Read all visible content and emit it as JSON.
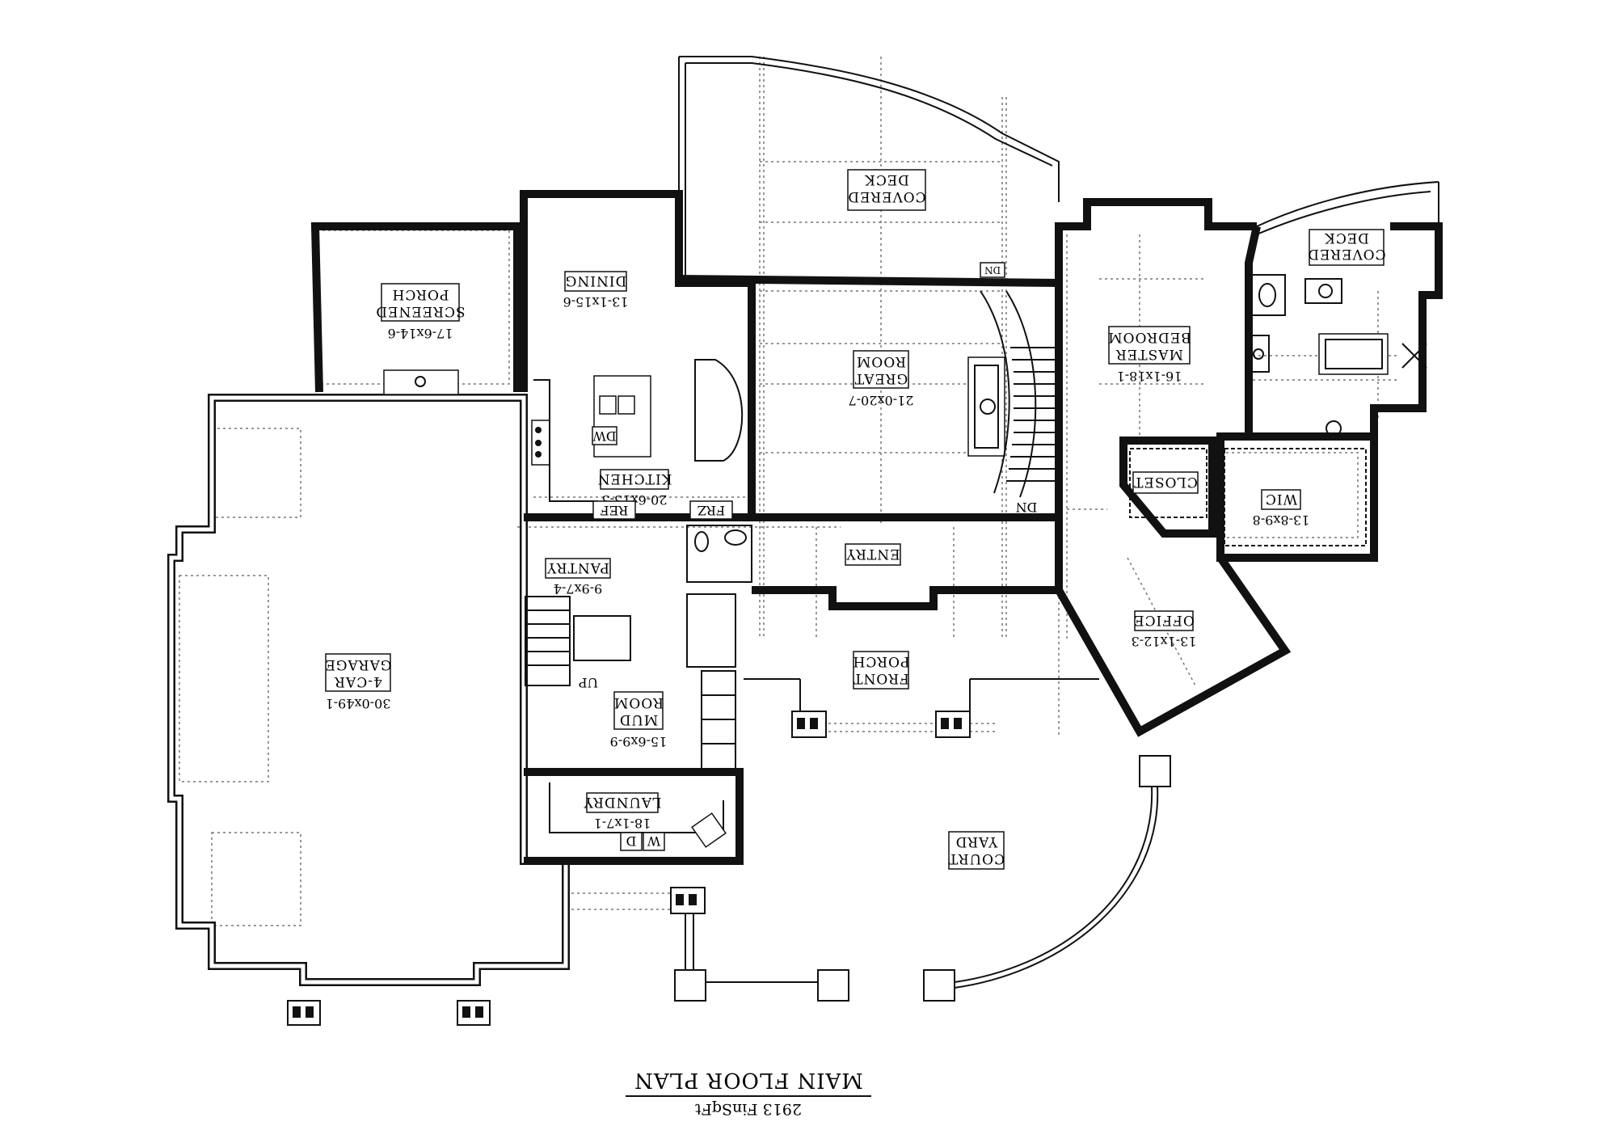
{
  "title": "MAIN FLOOR PLAN",
  "subtitle": "2913 FinSqFt",
  "rooms": {
    "covered_deck_top": {
      "name_1": "COVERED",
      "name_2": "DECK"
    },
    "dining": {
      "name": "DINING",
      "dims": "13-1x15-6"
    },
    "screened_porch": {
      "name_1": "SCREENED",
      "name_2": "PORCH",
      "dims": "17-6x14-6"
    },
    "great_room": {
      "name_1": "GREAT",
      "name_2": "ROOM",
      "dims": "21-0x20-7"
    },
    "master_bedroom": {
      "name_1": "MASTER",
      "name_2": "BEDROOM",
      "dims": "16-1x18-1"
    },
    "covered_deck_right": {
      "name_1": "COVERED",
      "name_2": "DECK"
    },
    "kitchen": {
      "name": "KITCHEN",
      "dims": "20-6x13-3"
    },
    "closet": {
      "name": "CLOSET"
    },
    "wic": {
      "name": "WIC",
      "dims": "13-8x9-8"
    },
    "pantry": {
      "name": "PANTRY",
      "dims": "9-9x7-4"
    },
    "entry": {
      "name": "ENTRY"
    },
    "office": {
      "name": "OFFICE",
      "dims": "13-1x12-3"
    },
    "garage": {
      "name_1": "4-CAR",
      "name_2": "GARAGE",
      "dims": "30-0x49-1"
    },
    "front_porch": {
      "name_1": "FRONT",
      "name_2": "PORCH"
    },
    "mud_room": {
      "name_1": "MUD",
      "name_2": "ROOM",
      "dims": "15-6x9-9"
    },
    "laundry": {
      "name": "LAUNDRY",
      "dims": "18-1x7-1"
    },
    "court_yard": {
      "name_1": "COURT",
      "name_2": "YARD"
    }
  },
  "fixtures": {
    "ref": "REF",
    "frz": "FRZ",
    "dw": "DW",
    "washer": "W",
    "dryer": "D",
    "up": "UP",
    "dn": "DN",
    "dn_small": "DN"
  },
  "colors": {
    "wall": "#111111",
    "background": "#ffffff",
    "dotted": "#777777"
  }
}
